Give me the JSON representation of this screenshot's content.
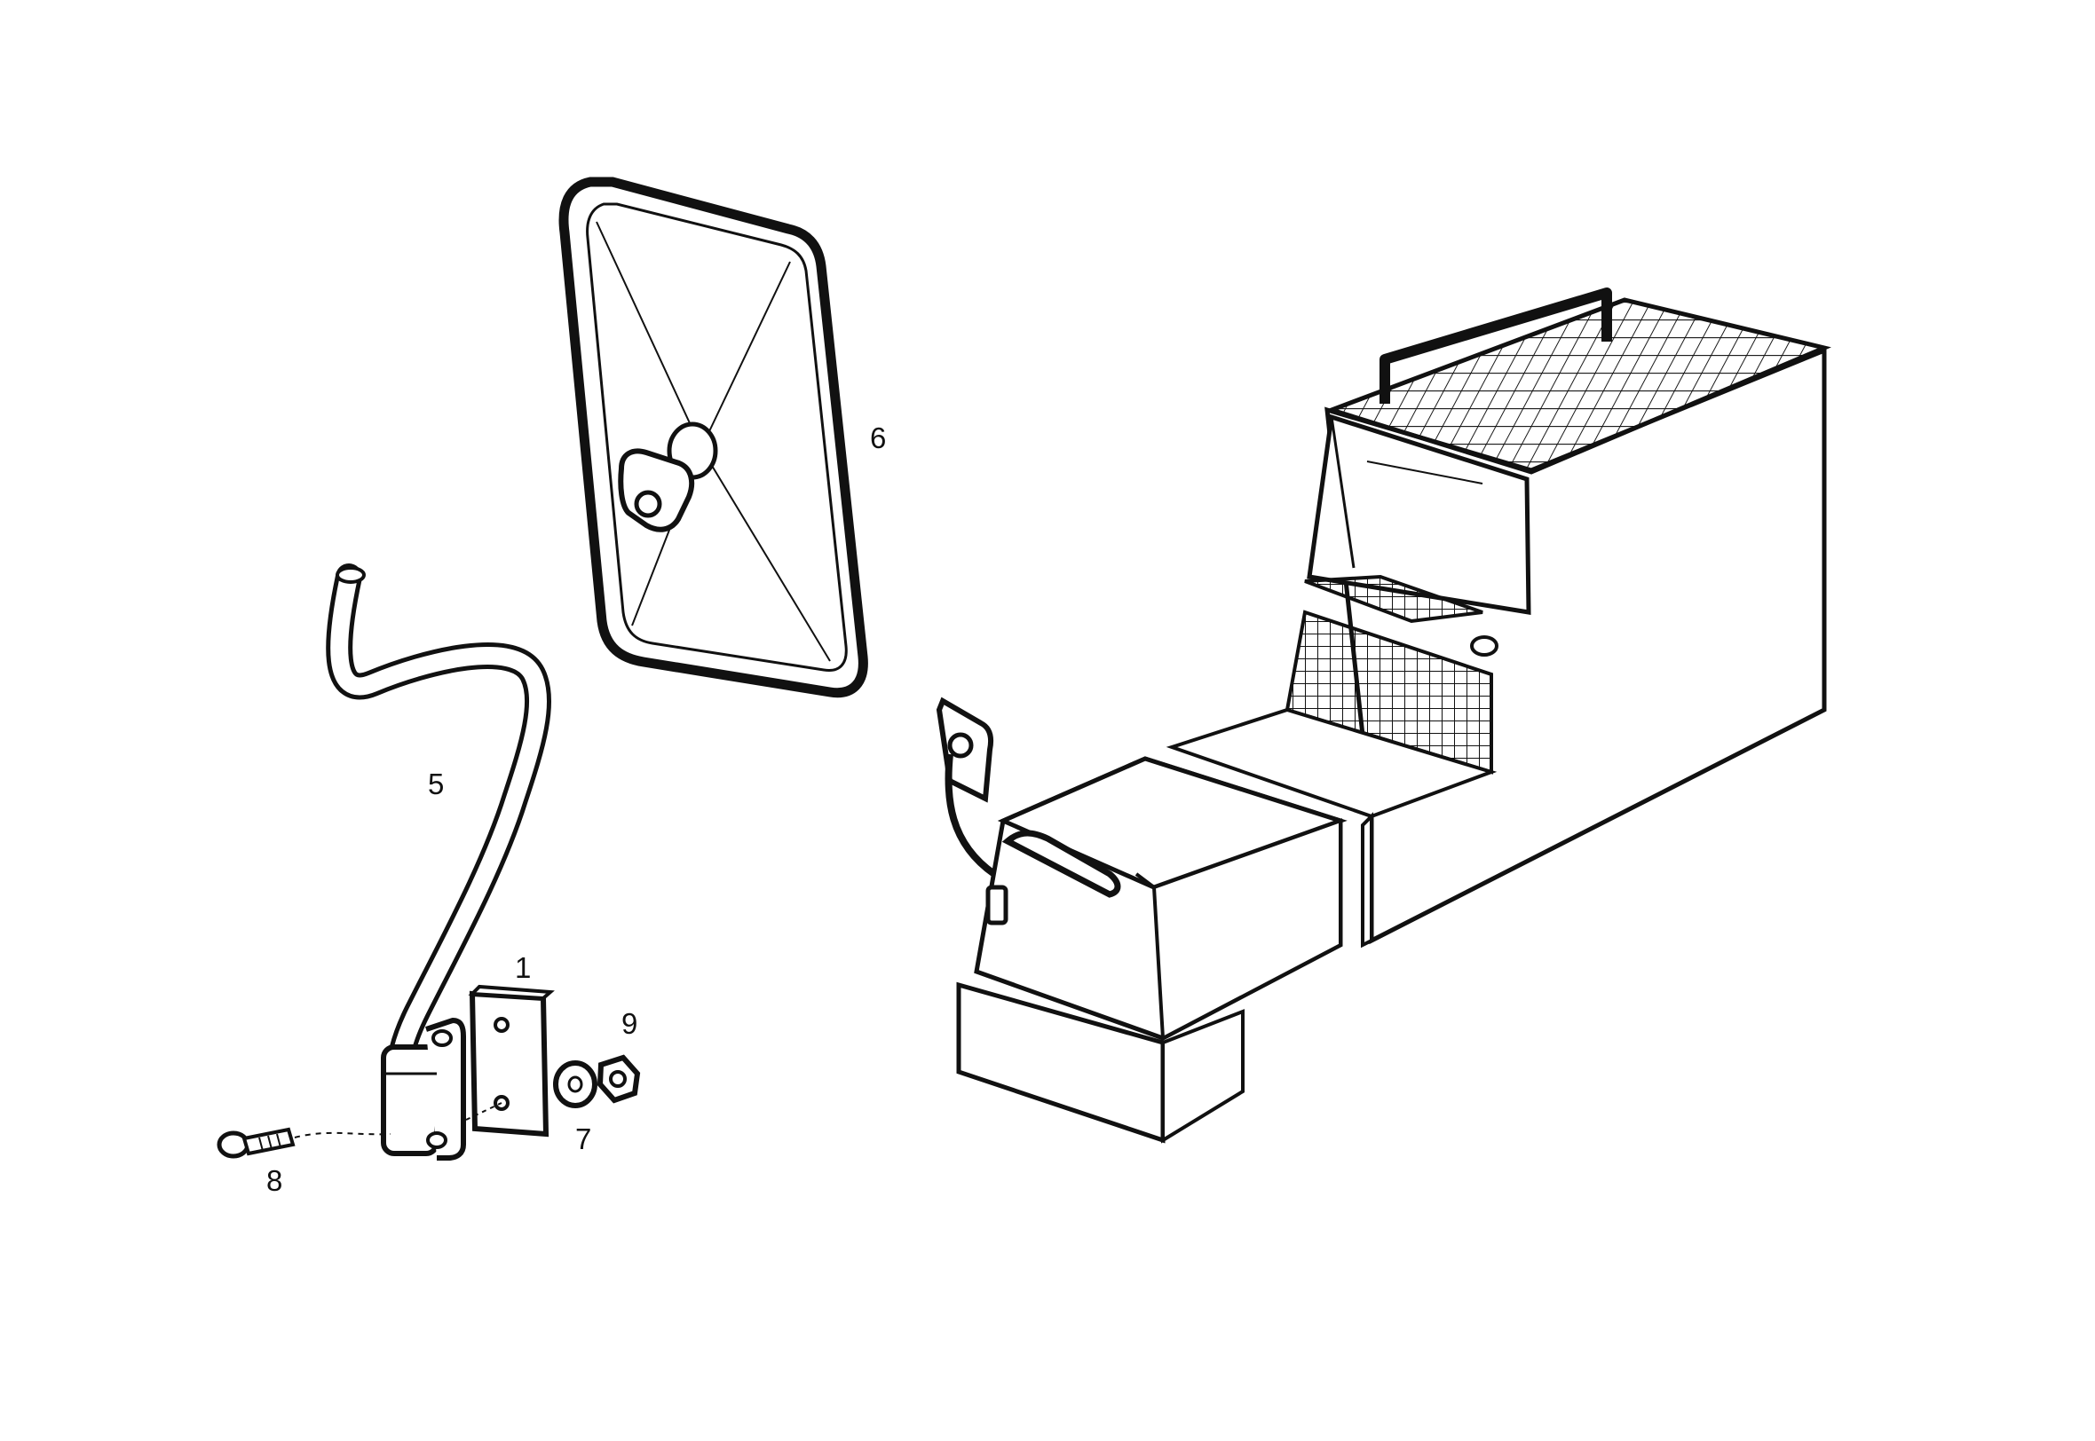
{
  "callouts": {
    "c1": "1",
    "c5": "5",
    "c6": "6",
    "c7": "7",
    "c8": "8",
    "c9": "9"
  },
  "colors": {
    "ink": "#111111",
    "paper": "#ffffff"
  }
}
